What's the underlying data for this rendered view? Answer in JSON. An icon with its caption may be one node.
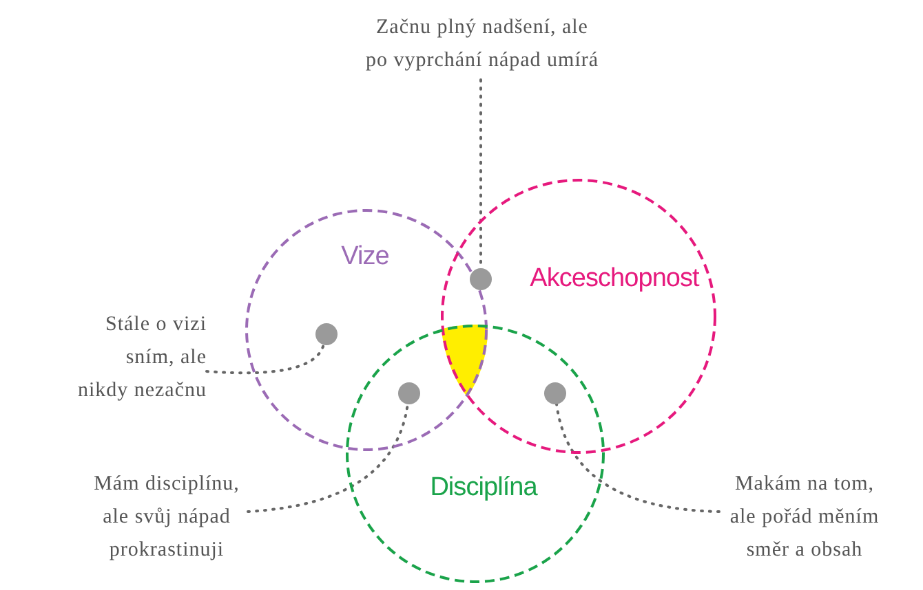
{
  "diagram": {
    "nodes": [
      {
        "text": [
          "Začnu plný nadšení, ale po vyprchání nápad umírá"
        ]
      },
      {
        "text": [
          "Vize"
        ]
      },
      {
        "text": [
          "Akceschopnost"
        ]
      },
      {
        "text": [],
        "shape": "circle",
        "in": 2
      },
      {
        "text": [
          "Stále o vizi sním, ale nikdy nezačnu"
        ]
      },
      {
        "text": [],
        "shape": "circle",
        "in": 1
      },
      {
        "text": [
          "Disciplína"
        ]
      },
      {
        "text": [],
        "shape": "circle"
      },
      {
        "text": [],
        "shape": "circle"
      },
      {
        "text": [
          "Mám disciplínu, ale svůj nápad prokrastinuji"
        ]
      },
      {
        "text": [
          "Makám na tom, ale pořád měním směr a obsah"
        ]
      }
    ],
    "edges": [
      {
        "from": 0,
        "to": 3,
        "arrow": "none"
      },
      {
        "from": 4,
        "to": 5,
        "arrow": "none"
      },
      {
        "from": 9,
        "to": 7,
        "arrow": "none"
      },
      {
        "from": 10,
        "to": 8,
        "arrow": "none"
      }
    ]
  }
}
